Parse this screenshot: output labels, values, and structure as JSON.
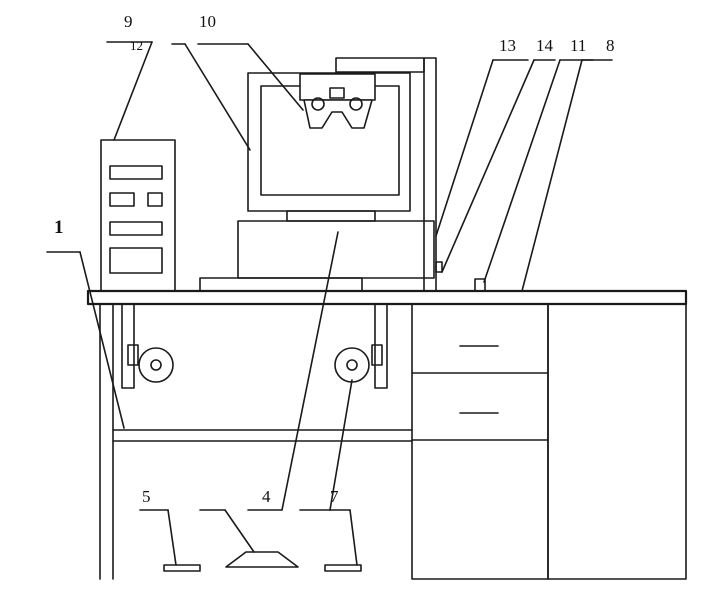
{
  "figure": {
    "labels": {
      "l1": "1",
      "l4": "4",
      "l5": "5",
      "l7": "7",
      "l8": "8",
      "l9": "9",
      "l10": "10",
      "l11": "11",
      "l12": "12",
      "l13": "13",
      "l14": "14"
    }
  },
  "colors": {
    "ink": "#1a1a1a",
    "background": "#ffffff"
  }
}
